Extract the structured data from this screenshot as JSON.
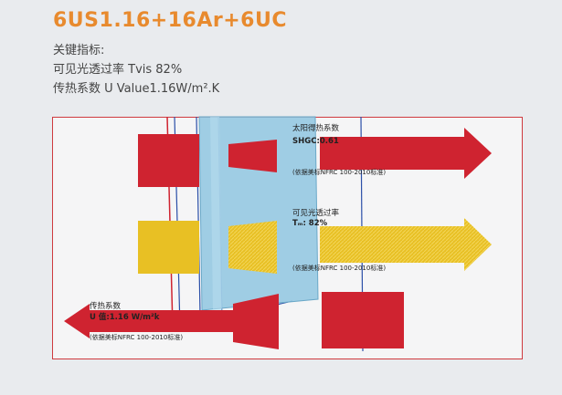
{
  "header": {
    "title": "6US1.16+16Ar+6UC",
    "key_indicators": "关键指标:",
    "visible_transmittance": "可见光透过率 Tvis 82%",
    "u_value": "传热系数 U Value1.16W/m².K"
  },
  "diagram": {
    "solar": {
      "label": "太阳得热系数",
      "value": "SHGC:0.61",
      "standard": "(依据美标NFRC 100-2010标准)"
    },
    "visible": {
      "label": "可见光透过率",
      "value": "Tₘ: 82%",
      "standard": "(依据美标NFRC 100-2010标准)"
    },
    "heat": {
      "label": "传热系数",
      "value": "U 值:1.16 W/m²k",
      "standard": "(依据美标NFRC 100-2010标准)"
    }
  },
  "colors": {
    "red": "#cf2330",
    "yellow": "#e8c024",
    "glass": "#8fc6e0",
    "frame_line": "#2b4fa8",
    "title_orange": "#e88a2e"
  }
}
